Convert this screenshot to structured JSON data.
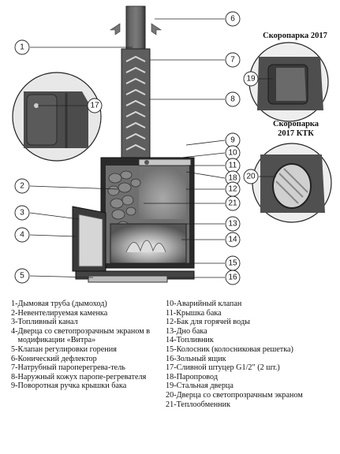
{
  "inset_titles": {
    "top": "Скоропарка 2017",
    "bottom_line1": "Скоропарка",
    "bottom_line2": "2017 КТК"
  },
  "callouts": [
    "1",
    "2",
    "3",
    "4",
    "5",
    "6",
    "7",
    "8",
    "9",
    "10",
    "11",
    "12",
    "13",
    "14",
    "15",
    "16",
    "17",
    "18",
    "19",
    "20",
    "21"
  ],
  "legend_left": [
    {
      "num": "1-",
      "text": "Дымовая труба (дымоход)"
    },
    {
      "num": "2-",
      "text": "Невентелируемая каменка"
    },
    {
      "num": "3-",
      "text": "Топливный канал"
    },
    {
      "num": "4-",
      "text": "Дверца со светопрозрачным экраном в модификации «Витра»"
    },
    {
      "num": "5-",
      "text": "Клапан регулировки горения"
    },
    {
      "num": "6-",
      "text": "Конический дефлектор"
    },
    {
      "num": "7-",
      "text": "Натрубный пароперегрева-тель"
    },
    {
      "num": "8-",
      "text": "Наружный кожух паропе-регревателя"
    },
    {
      "num": "9-",
      "text": "Поворотная ручка крышки бака"
    }
  ],
  "legend_right": [
    {
      "num": "10-",
      "text": "Аварийный клапан"
    },
    {
      "num": "11-",
      "text": "Крышка бака"
    },
    {
      "num": "12-",
      "text": "Бак для горячей воды"
    },
    {
      "num": "13-",
      "text": "Дно бака"
    },
    {
      "num": "14-",
      "text": "Топливник"
    },
    {
      "num": "15-",
      "text": "Колосник (колосниковая решетка)"
    },
    {
      "num": "16-",
      "text": "Зольный ящик"
    },
    {
      "num": "17-",
      "text": "Сливной штуцер G1/2\" (2 шт.)"
    },
    {
      "num": "18-",
      "text": "Паропровод"
    },
    {
      "num": "19-",
      "text": "Стальная дверца"
    },
    {
      "num": "20-",
      "text": "Дверца со светопрозрачным экраном"
    },
    {
      "num": "21-",
      "text": "Теплообменник"
    }
  ]
}
